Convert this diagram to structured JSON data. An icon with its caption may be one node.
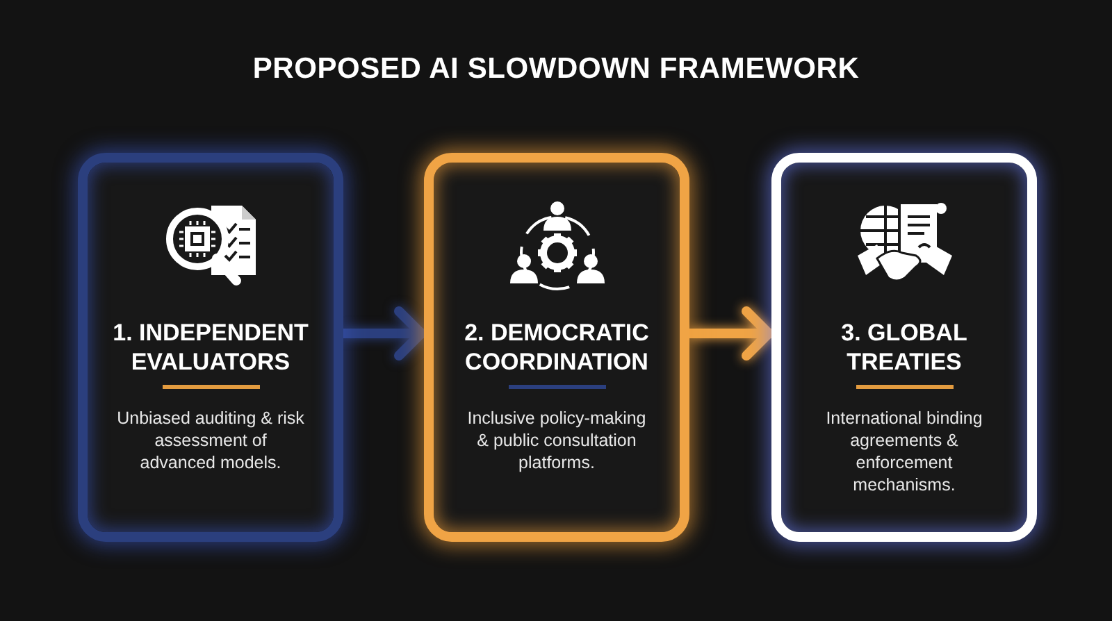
{
  "diagram": {
    "title": "PROPOSED AI SLOWDOWN FRAMEWORK",
    "nodes": [
      {
        "text": [
          "1. INDEPENDENT EVALUATORS",
          "Unbiased auditing & risk assessment of advanced models."
        ]
      },
      {
        "text": [
          "2. DEMOCRATIC COORDINATION",
          "Inclusive policy-making & public consultation platforms."
        ]
      },
      {
        "text": [
          "3. GLOBAL TREATIES",
          "International binding agreements & enforcement mechanisms."
        ]
      }
    ],
    "edges": [
      {
        "from": 0,
        "to": 1,
        "arrow": "to",
        "color": "#2b3f7e"
      },
      {
        "from": 1,
        "to": 2,
        "arrow": "to",
        "color": "#f0a445"
      }
    ]
  }
}
